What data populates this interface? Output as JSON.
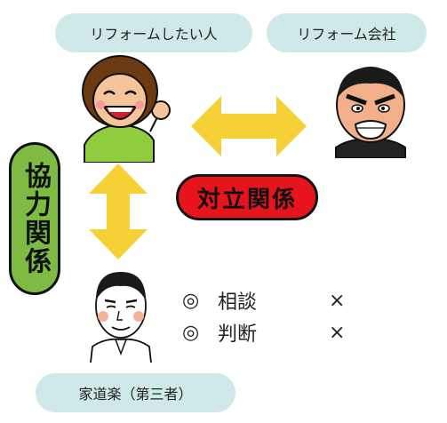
{
  "labels": {
    "person_wanting_reform": "リフォームしたい人",
    "reform_company": "リフォーム会社",
    "cooperation": "協力関係",
    "conflict": "対立関係",
    "third_party": "家道楽（第三者）"
  },
  "roles": [
    {
      "mark": "◎",
      "text": "相談",
      "x_mark": "×"
    },
    {
      "mark": "◎",
      "text": "判断",
      "x_mark": "×"
    }
  ],
  "colors": {
    "pill": "#cfe9e8",
    "arrow": "#f5d135",
    "cooperation": "#7dbb42",
    "conflict": "#e8141b"
  }
}
